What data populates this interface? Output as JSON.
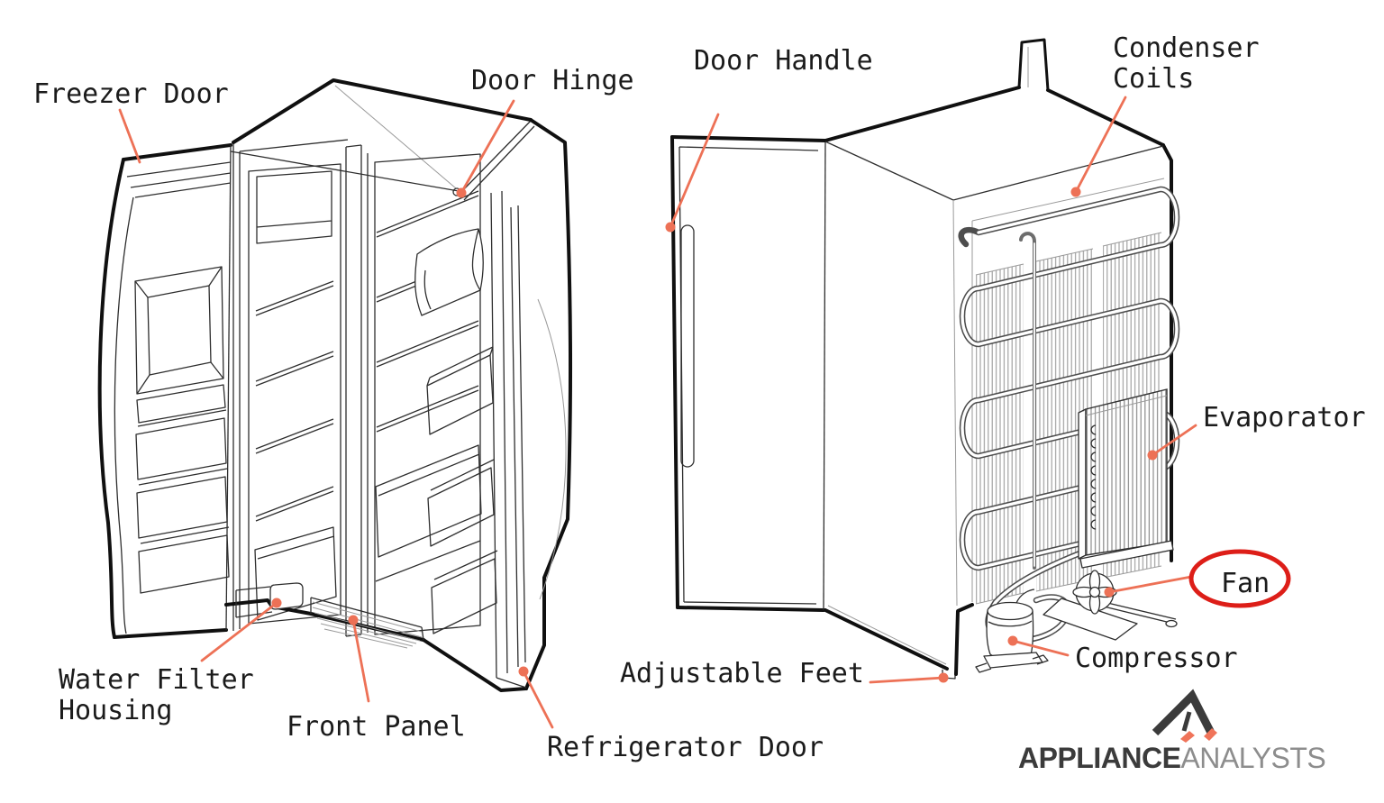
{
  "figure": {
    "type": "labeled-parts-diagram",
    "subject": "Side-by-side refrigerator anatomy",
    "views": [
      "front view with doors open",
      "rear view with door open"
    ],
    "highlighted_part": "Fan"
  },
  "labels": {
    "freezer_door": {
      "text": "Freezer Door"
    },
    "door_hinge": {
      "text": "Door Hinge"
    },
    "door_handle": {
      "text": "Door Handle"
    },
    "condenser_coils": {
      "text": "Condenser\nCoils"
    },
    "evaporator": {
      "text": "Evaporator"
    },
    "fan": {
      "text": "Fan"
    },
    "compressor": {
      "text": "Compressor"
    },
    "adjustable_feet": {
      "text": "Adjustable Feet"
    },
    "refrigerator_door": {
      "text": "Refrigerator Door"
    },
    "front_panel": {
      "text": "Front Panel"
    },
    "water_filter_housing": {
      "text": "Water Filter\nHousing"
    }
  },
  "logo": {
    "brand_bold": "APPLIANCE",
    "brand_light": "ANALYSTS"
  },
  "colors": {
    "background": "#ffffff",
    "ink": "#1b1b1b",
    "leader": "#ed7156",
    "fan_highlight": "#dd1e18",
    "logo_dark": "#3b3b3b",
    "logo_gray": "#8d8d8d",
    "logo_accent": "#f0745a"
  }
}
